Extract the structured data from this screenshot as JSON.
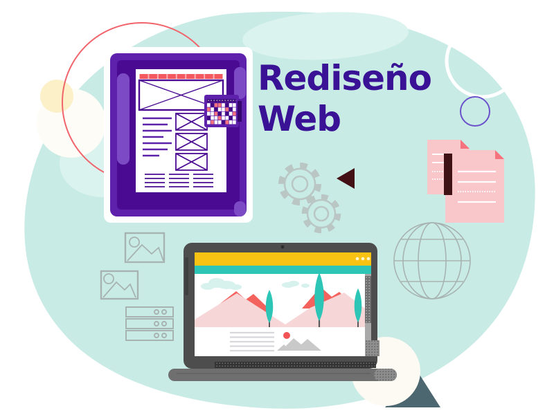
{
  "title": {
    "line1": "Rediseño",
    "line2": "Web"
  },
  "colors": {
    "background": "#ffffff",
    "blob": "#c9ebe6",
    "blob_light": "#daf3ef",
    "title_text": "#3a1295",
    "tablet_frame": "#5e21ab",
    "tablet_inner": "#4a0b92",
    "tablet_accent": "#7c4ac5",
    "wireframe_line": "#4a0b92",
    "coral": "#f4595f",
    "pink_document": "#f9c6ca",
    "fold_coral": "#f4737d",
    "maroon": "#431016",
    "outline_gray": "#a7b3b1",
    "browser_yellow": "#f8c313",
    "browser_teal": "#2cc5b6",
    "mountain_coral": "#f4625e",
    "mountain_pink": "#f7d6d8",
    "tree_teal": "#2cc5b6",
    "dot_red": "#f25455",
    "laptop_dark": "#4d4d4d",
    "laptop_base": "#6f6f6f",
    "slate_wedge": "#4c6770",
    "cream_circle": "#fbf0c8",
    "red_circle_stroke": "#f2646c",
    "purple_circle_stroke": "#6a51c9"
  },
  "icons": {
    "gears": "gear-outline x2",
    "play": "left-pointing-triangle",
    "documents": "two-pink-pages",
    "globe": "wireframe-globe",
    "image_placeholders": "picture-frame x2",
    "server": "server-stack",
    "browser_dots": "window-controls x3"
  },
  "mosaic": {
    "colors": {
      "w": "#ffffff",
      "p": "#3f0b7e",
      "c": "#f4737d"
    },
    "pattern": [
      "pppppppp",
      "wpccwpww",
      "cwpwwcpw",
      "wwcpwpwc",
      "pwwcwwpw",
      "wcwwpcww"
    ]
  }
}
